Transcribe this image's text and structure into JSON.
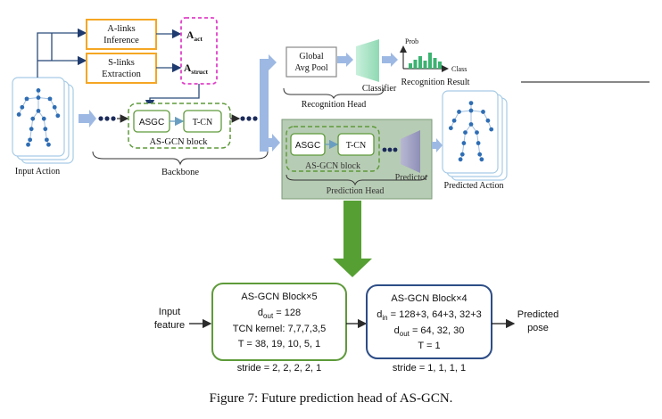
{
  "top": {
    "alinks_line1": "A-links",
    "alinks_line2": "Inference",
    "slinks_line1": "S-links",
    "slinks_line2": "Extraction",
    "a_act_base": "A",
    "a_act_sub": "act",
    "a_struct_base": "A",
    "a_struct_sub": "struct",
    "input_action": "Input Action",
    "asgc": "ASGC",
    "tcn": "T-CN",
    "block_label": "AS-GCN block",
    "backbone": "Backbone",
    "gap_line1": "Global",
    "gap_line2": "Avg Pool",
    "classifier": "Classifier",
    "prob_axis": "Prob",
    "class_axis": "Class",
    "recognition_result": "Recognition Result",
    "recognition_head": "Recognition Head",
    "pred_asgc": "ASGC",
    "pred_tcn": "T-CN",
    "pred_block_label": "AS-GCN block",
    "predictor": "Predictor",
    "prediction_head": "Prediction Head",
    "predicted_action": "Predicted Action"
  },
  "bottom": {
    "input_line1": "Input",
    "input_line2": "feature",
    "block1": {
      "title": "AS-GCN Block×5",
      "dout_base": "d",
      "dout_sub": "out",
      "dout_value": " = 128",
      "kernel": "TCN kernel: 7,7,7,3,5",
      "t": "T = 38, 19, 10, 5, 1",
      "stride": "stride = 2, 2, 2, 2, 1"
    },
    "block2": {
      "title": "AS-GCN  Block×4",
      "din_base": "d",
      "din_sub": "in",
      "din_value": " = 128+3, 64+3, 32+3",
      "dout_base": "d",
      "dout_sub": "out",
      "dout_value": " = 64, 32, 30",
      "t": "T = 1",
      "stride": "stride = 1, 1, 1, 1"
    },
    "output_line1": "Predicted",
    "output_line2": "pose"
  },
  "caption": "Figure 7: Future prediction head of AS-GCN.",
  "colors": {
    "orange": "#f5a623",
    "magenta": "#e040c8",
    "green": "#5e9a3a",
    "green_fill": "#b7ccb4",
    "blue_arrow": "#9db9e3",
    "skeleton": "#2e6db4",
    "block_blue": "#2d4d86",
    "down_arrow": "#56a033"
  }
}
